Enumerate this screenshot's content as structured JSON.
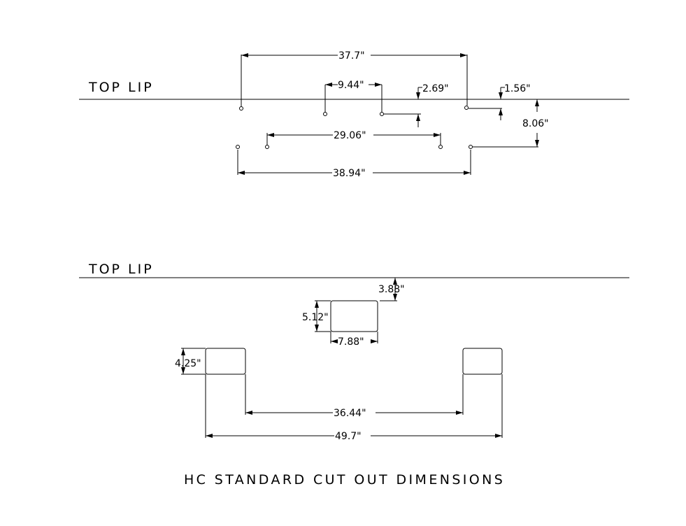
{
  "top_view": {
    "label": "TOP LIP",
    "dimensions": {
      "overall_top_holes": "37.7\"",
      "inner_top_holes": "9.44\"",
      "offset_inner": "2.69\"",
      "offset_outer": "1.56\"",
      "vertical_to_bottom_row": "8.06\"",
      "inner_bottom_holes": "29.06\"",
      "overall_bottom_holes": "38.94\""
    }
  },
  "bottom_view": {
    "label": "TOP LIP",
    "dimensions": {
      "center_offset_from_lip": "3.88\"",
      "center_height": "5.12\"",
      "center_width": "7.88\"",
      "side_height": "4.25\"",
      "inner_span": "36.44\"",
      "overall_span": "49.7\""
    }
  },
  "title": "HC STANDARD CUT OUT DIMENSIONS"
}
